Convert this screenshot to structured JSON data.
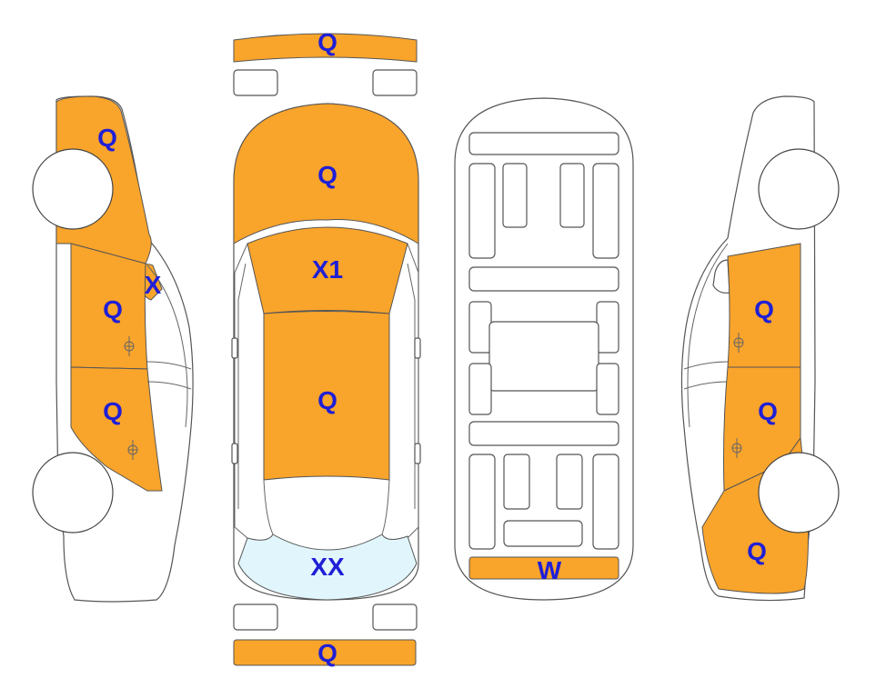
{
  "colors": {
    "damaged_panel": "#F9A42B",
    "glass_panel": "#E1F5FC",
    "label_text": "#1F1FD6",
    "outline": "#555555"
  },
  "legend_codes": {
    "front_bumper": "Q",
    "rear_bumper": "Q",
    "hood": "Q",
    "windshield": "X1",
    "roof": "Q",
    "rear_window": "XX",
    "underbody_strip": "W",
    "left_front_fender": "Q",
    "left_mirror_pillar": "X",
    "left_front_door": "Q",
    "left_rear_door": "Q",
    "right_front_door": "Q",
    "right_rear_door": "Q",
    "right_rear_quarter": "Q"
  }
}
